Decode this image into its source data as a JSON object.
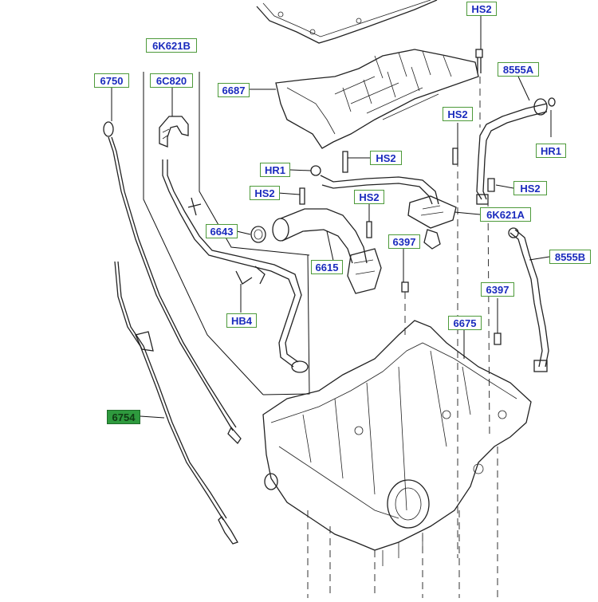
{
  "labels": {
    "hs2_top": "HS2",
    "p6k621b": "6K621B",
    "p6750": "6750",
    "p6c820": "6C820",
    "p6687": "6687",
    "p8555a": "8555A",
    "hs2_mid": "HS2",
    "hr1_right": "HR1",
    "hr1_left": "HR1",
    "hs2_center": "HS2",
    "hs2_left": "HS2",
    "hs2_right": "HS2",
    "hs2_lower": "HS2",
    "p6k621a": "6K621A",
    "p6643": "6643",
    "p6397_a": "6397",
    "p8555b": "8555B",
    "p6615": "6615",
    "p6397_b": "6397",
    "hb4": "HB4",
    "p6675": "6675",
    "p6754": "6754"
  }
}
